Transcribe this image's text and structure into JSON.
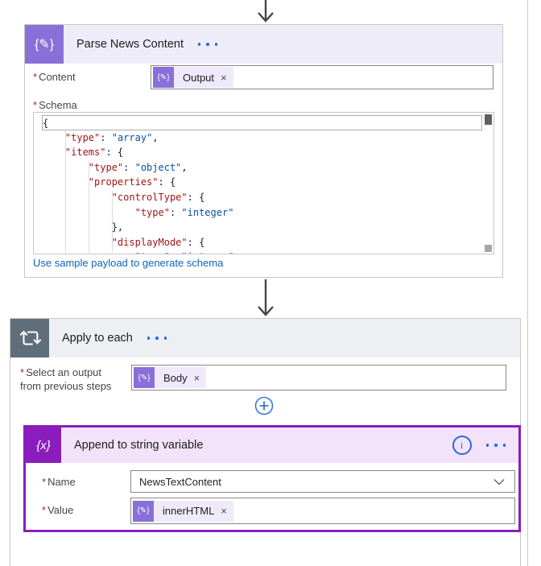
{
  "required_marker": "*",
  "icons": {
    "parse_glyph": "{✎}",
    "variable_glyph": "{x}"
  },
  "colors": {
    "parse_accent": "#8a6fd8",
    "parse_header_bg": "#efecfa",
    "loop_accent": "#5f6e7b",
    "loop_header_bg": "#edeff3",
    "variable_accent": "#8b1dbe",
    "variable_header_bg": "#f2e3fa",
    "blue_accent": "#2369e0",
    "link_blue": "#0c63be",
    "code_key": "#a31515",
    "code_value": "#0451a5"
  },
  "parse_card": {
    "title": "Parse News Content",
    "content_field": {
      "label": "Content",
      "token": "Output",
      "remove": "×"
    },
    "schema": {
      "label": "Schema",
      "link": "Use sample payload to generate schema",
      "code_lines": [
        [
          {
            "t": "{",
            "c": "p"
          }
        ],
        [
          {
            "t": "    ",
            "c": "p"
          },
          {
            "t": "\"type\"",
            "c": "k"
          },
          {
            "t": ": ",
            "c": "p"
          },
          {
            "t": "\"array\"",
            "c": "v"
          },
          {
            "t": ",",
            "c": "p"
          }
        ],
        [
          {
            "t": "    ",
            "c": "p"
          },
          {
            "t": "\"items\"",
            "c": "k"
          },
          {
            "t": ": {",
            "c": "p"
          }
        ],
        [
          {
            "t": "        ",
            "c": "p"
          },
          {
            "t": "\"type\"",
            "c": "k"
          },
          {
            "t": ": ",
            "c": "p"
          },
          {
            "t": "\"object\"",
            "c": "v"
          },
          {
            "t": ",",
            "c": "p"
          }
        ],
        [
          {
            "t": "        ",
            "c": "p"
          },
          {
            "t": "\"properties\"",
            "c": "k"
          },
          {
            "t": ": {",
            "c": "p"
          }
        ],
        [
          {
            "t": "            ",
            "c": "p"
          },
          {
            "t": "\"controlType\"",
            "c": "k"
          },
          {
            "t": ": {",
            "c": "p"
          }
        ],
        [
          {
            "t": "                ",
            "c": "p"
          },
          {
            "t": "\"type\"",
            "c": "k"
          },
          {
            "t": ": ",
            "c": "p"
          },
          {
            "t": "\"integer\"",
            "c": "v"
          }
        ],
        [
          {
            "t": "            ",
            "c": "p"
          },
          {
            "t": "},",
            "c": "p"
          }
        ],
        [
          {
            "t": "            ",
            "c": "p"
          },
          {
            "t": "\"displayMode\"",
            "c": "k"
          },
          {
            "t": ": {",
            "c": "p"
          }
        ],
        [
          {
            "t": "                ",
            "c": "p"
          },
          {
            "t": "\"type\"",
            "c": "k"
          },
          {
            "t": ": ",
            "c": "p"
          },
          {
            "t": "\"integer\"",
            "c": "v"
          }
        ]
      ]
    }
  },
  "apply_card": {
    "title": "Apply to each",
    "select_field": {
      "label": "Select an output from previous steps",
      "token": "Body",
      "remove": "×"
    }
  },
  "append_card": {
    "title": "Append to string variable",
    "info_glyph": "i",
    "name_field": {
      "label": "Name",
      "value": "NewsTextContent"
    },
    "value_field": {
      "label": "Value",
      "token": "innerHTML",
      "remove": "×"
    }
  }
}
